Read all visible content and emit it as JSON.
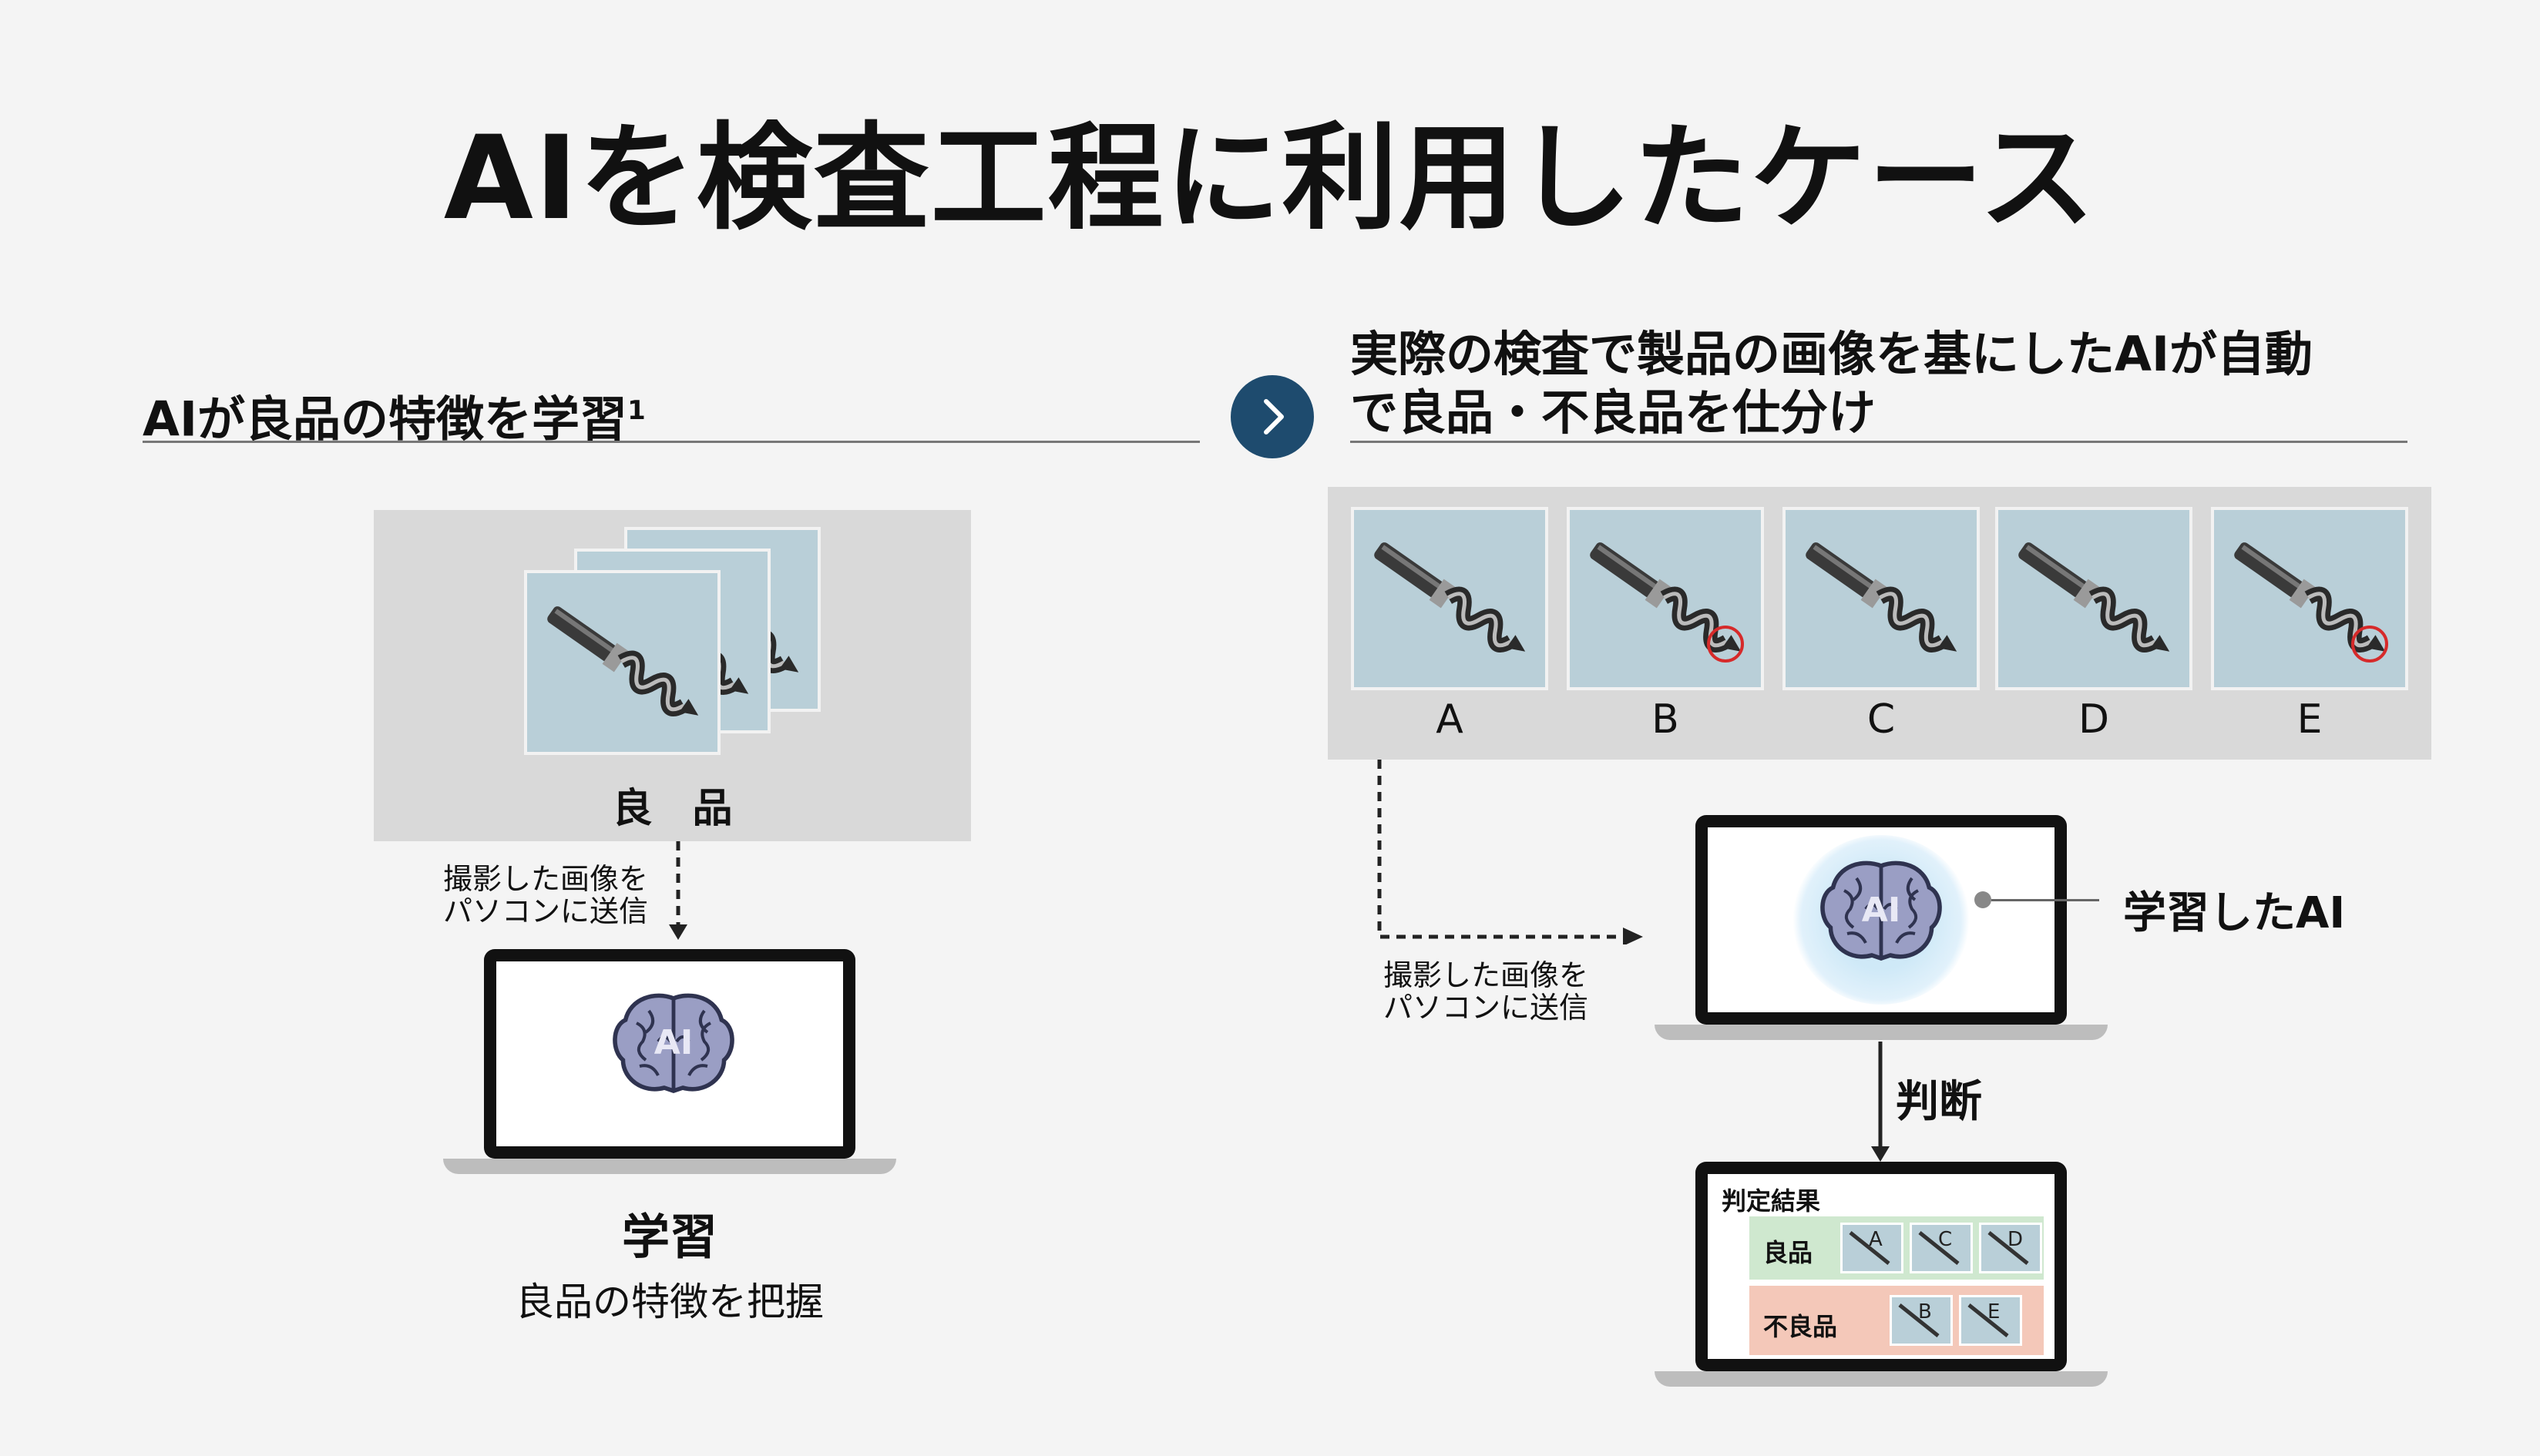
{
  "title": "AIを検査工程に利用したケース",
  "left": {
    "heading": "AIが良品の特徴を学習",
    "footnote": "1",
    "good_label": "良　品",
    "transfer_note_line1": "撮影した画像を",
    "transfer_note_line2": "パソコンに送信",
    "ai_text": "AI",
    "learn_title": "学習",
    "learn_desc": "良品の特徴を把握"
  },
  "right": {
    "heading_line1": "実際の検査で製品の画像を基にしたAIが自動",
    "heading_line2": "で良品・不良品を仕分け",
    "products": [
      {
        "label": "A",
        "defect": false
      },
      {
        "label": "B",
        "defect": true
      },
      {
        "label": "C",
        "defect": false
      },
      {
        "label": "D",
        "defect": false
      },
      {
        "label": "E",
        "defect": true
      }
    ],
    "transfer_note_line1": "撮影した画像を",
    "transfer_note_line2": "パソコンに送信",
    "ai_text": "AI",
    "trained_ai_label": "学習したAI",
    "judge_label": "判断",
    "result_title": "判定結果",
    "good_row_label": "良品",
    "bad_row_label": "不良品",
    "good_items": [
      "A",
      "C",
      "D"
    ],
    "bad_items": [
      "B",
      "E"
    ]
  },
  "colors": {
    "arrow_circle": "#1e4b6e",
    "defect_circle": "#d62a2a",
    "good_row": "#cfe8cf",
    "bad_row": "#f4c8b9",
    "thumb_bg": "#b9cfd8"
  },
  "icons": [
    "chevron-right-icon",
    "drill-bit-icon",
    "brain-icon",
    "laptop-icon",
    "arrow-down-icon",
    "arrow-right-icon"
  ]
}
